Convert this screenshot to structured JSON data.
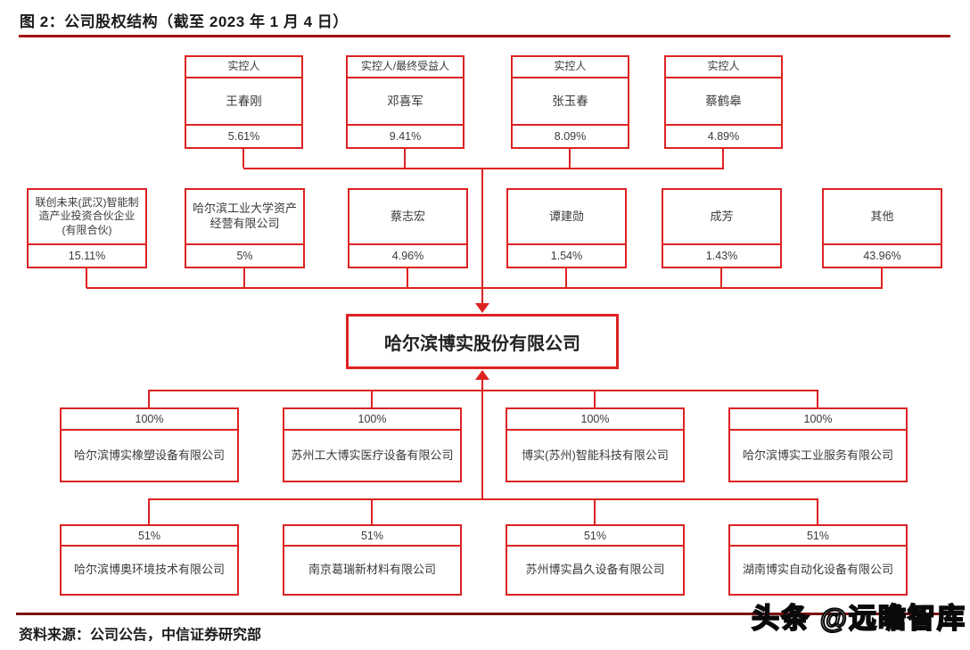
{
  "figure": {
    "title": "图 2：公司股权结构（截至 2023 年 1 月 4 日）",
    "source_note": "资料来源：公司公告，中信证券研究部",
    "watermark": "头条 @远瞻智库"
  },
  "parent_company": {
    "name": "哈尔滨博实股份有限公司"
  },
  "controllers": [
    {
      "role": "实控人",
      "name": "王春刚",
      "pct": "5.61%"
    },
    {
      "role": "实控人/最终受益人",
      "name": "邓喜军",
      "pct": "9.41%"
    },
    {
      "role": "实控人",
      "name": "张玉春",
      "pct": "8.09%"
    },
    {
      "role": "实控人",
      "name": "蔡鹤皋",
      "pct": "4.89%"
    }
  ],
  "shareholders": [
    {
      "name": "联创未来(武汉)智能制造产业投资合伙企业(有限合伙)",
      "pct": "15.11%"
    },
    {
      "name": "哈尔滨工业大学资产经营有限公司",
      "pct": "5%"
    },
    {
      "name": "蔡志宏",
      "pct": "4.96%"
    },
    {
      "name": "谭建勋",
      "pct": "1.54%"
    },
    {
      "name": "成芳",
      "pct": "1.43%"
    },
    {
      "name": "其他",
      "pct": "43.96%"
    }
  ],
  "subsidiaries_wholly_owned": [
    {
      "pct": "100%",
      "name": "哈尔滨博实橡塑设备有限公司"
    },
    {
      "pct": "100%",
      "name": "苏州工大博实医疗设备有限公司"
    },
    {
      "pct": "100%",
      "name": "博实(苏州)智能科技有限公司"
    },
    {
      "pct": "100%",
      "name": "哈尔滨博实工业服务有限公司"
    }
  ],
  "subsidiaries_majority": [
    {
      "pct": "51%",
      "name": "哈尔滨博奥环境技术有限公司"
    },
    {
      "pct": "51%",
      "name": "南京葛瑞新材料有限公司"
    },
    {
      "pct": "51%",
      "name": "苏州博实昌久设备有限公司"
    },
    {
      "pct": "51%",
      "name": "湖南博实自动化设备有限公司"
    }
  ],
  "colors": {
    "box_border": "#dd2222",
    "title_rule": "#a31414",
    "footer_rule": "#7c1111"
  }
}
